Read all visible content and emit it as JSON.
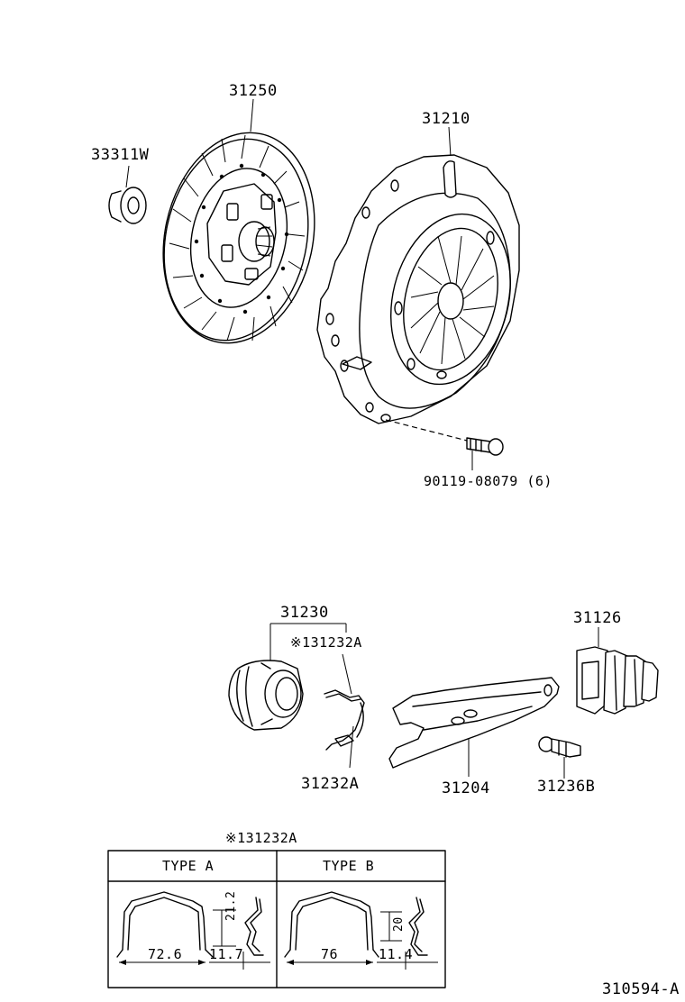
{
  "labels": {
    "bearing": "33311W",
    "clutch_disc": "31250",
    "pressure_plate": "31210",
    "bolt": "90119-08079 (6)",
    "release_bearing_assy": "31230",
    "clip_marked": "※131232A",
    "clip": "31232A",
    "boot": "31126",
    "release_fork": "31204",
    "pivot_stud": "31236B"
  },
  "inset": {
    "title": "※131232A",
    "type_a": {
      "header": "TYPE A",
      "width": "72.6",
      "height": "21.2",
      "offset": "11.7"
    },
    "type_b": {
      "header": "TYPE B",
      "width": "76",
      "height": "20",
      "offset": "11.4"
    }
  },
  "figure_id": "310594-A"
}
